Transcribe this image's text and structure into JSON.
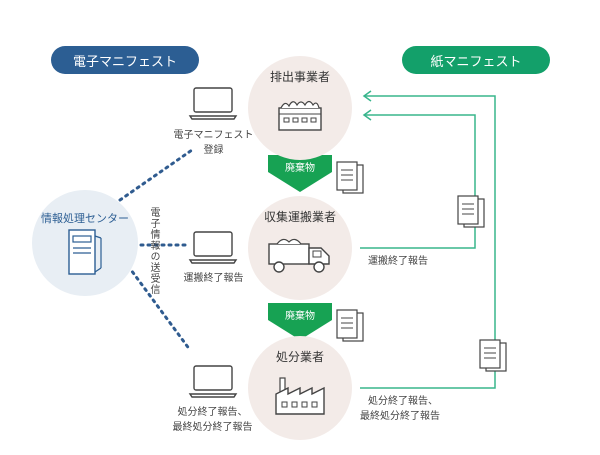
{
  "headers": {
    "electronic": "電子マニフェスト",
    "paper": "紙マニフェスト"
  },
  "center": {
    "label": "情報処理センター"
  },
  "transmission": {
    "label": "電子情報の送受信"
  },
  "nodes": {
    "generator": "排出事業者",
    "collector": "収集運搬業者",
    "disposer": "処分業者"
  },
  "waste_labels": [
    "廃棄物",
    "廃棄物"
  ],
  "laptop_captions": {
    "register": [
      "電子マニフェスト",
      "登録"
    ],
    "transport_report": [
      "運搬終了報告"
    ],
    "disposal_report": [
      "処分終了報告、",
      "最終処分終了報告"
    ]
  },
  "paper_reports": {
    "transport": "運搬終了報告",
    "disposal": [
      "処分終了報告、",
      "最終処分終了報告"
    ]
  },
  "colors": {
    "electronic_header": "#2c5e93",
    "paper_header": "#13a06a",
    "arrow_green": "#17a253",
    "paper_line": "#38b58c",
    "dot_line": "#2f5b8f",
    "circle_fill": "#f3ebe8",
    "center_fill": "#e8eef4"
  }
}
